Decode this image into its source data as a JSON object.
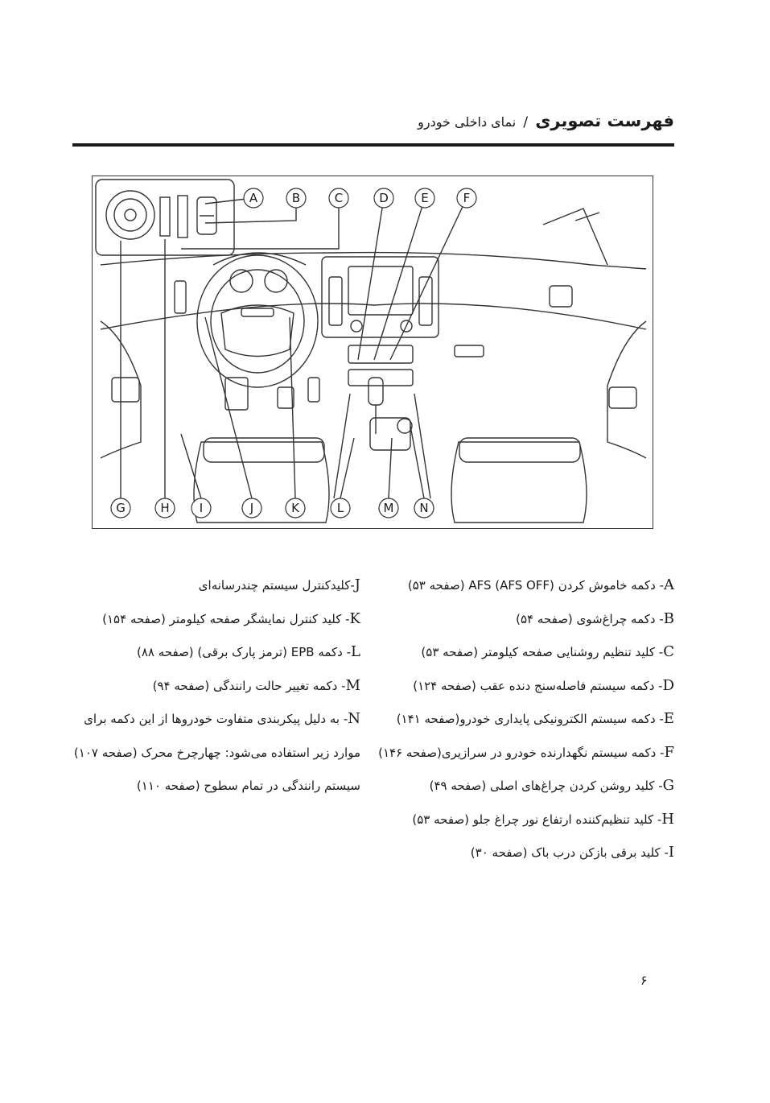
{
  "header": {
    "title": "فهرست تصویری",
    "separator": "/",
    "subtitle": "نمای داخلی خودرو"
  },
  "figure": {
    "callouts_top": [
      "A",
      "B",
      "C",
      "D",
      "E",
      "F"
    ],
    "callouts_bottom": [
      "G",
      "H",
      "I",
      "J",
      "K",
      "L",
      "M",
      "N"
    ]
  },
  "legend_right": [
    {
      "key": "A",
      "text": "- دکمه خاموش کردن AFS (AFS OFF) (صفحه ۵۳)"
    },
    {
      "key": "B",
      "text": "- دکمه چراغ‌شوی (صفحه ۵۴)"
    },
    {
      "key": "C",
      "text": "- کلید تنظیم روشنایی صفحه کیلومتر (صفحه ۵۳)"
    },
    {
      "key": "D",
      "text": "- دکمه سیستم فاصله‌سنج دنده عقب (صفحه ۱۲۴)"
    },
    {
      "key": "E",
      "text": "- دکمه سیستم الکترونیکی پایداری خودرو(صفحه ۱۴۱)"
    },
    {
      "key": "F",
      "text": "- دکمه سیستم نگهدارنده خودرو در سرازیری(صفحه ۱۴۶)"
    },
    {
      "key": "G",
      "text": "- کلید روشن کردن چراغ‌های اصلی (صفحه ۴۹)"
    },
    {
      "key": "H",
      "text": "- کلید تنظیم‌کننده ارتفاع نور چراغ جلو (صفحه ۵۳)"
    },
    {
      "key": "I",
      "text": "- کلید برقی بازکن درب باک (صفحه ۳۰)"
    }
  ],
  "legend_left": [
    {
      "key": "J",
      "text": "-کلیدکنترل سیستم چندرسانه‌ای"
    },
    {
      "key": "K",
      "text": "- کلید کنترل نمایشگر صفحه کیلومتر (صفحه ۱۵۴)"
    },
    {
      "key": "L",
      "text": "- دکمه EPB (ترمز پارک برقی) (صفحه ۸۸)"
    },
    {
      "key": "M",
      "text": "- دکمه تغییر حالت رانندگی (صفحه ۹۴)"
    },
    {
      "key": "N",
      "text": "- به دلیل پیکربندی متفاوت خودروها از این دکمه برای"
    },
    {
      "key": "",
      "text": "موارد زیر استفاده می‌شود: چهارچرخ محرک (صفحه ۱۰۷)"
    },
    {
      "key": "",
      "text": "سیستم رانندگی در تمام سطوح (صفحه ۱۱۰)"
    }
  ],
  "page_number": "۶"
}
